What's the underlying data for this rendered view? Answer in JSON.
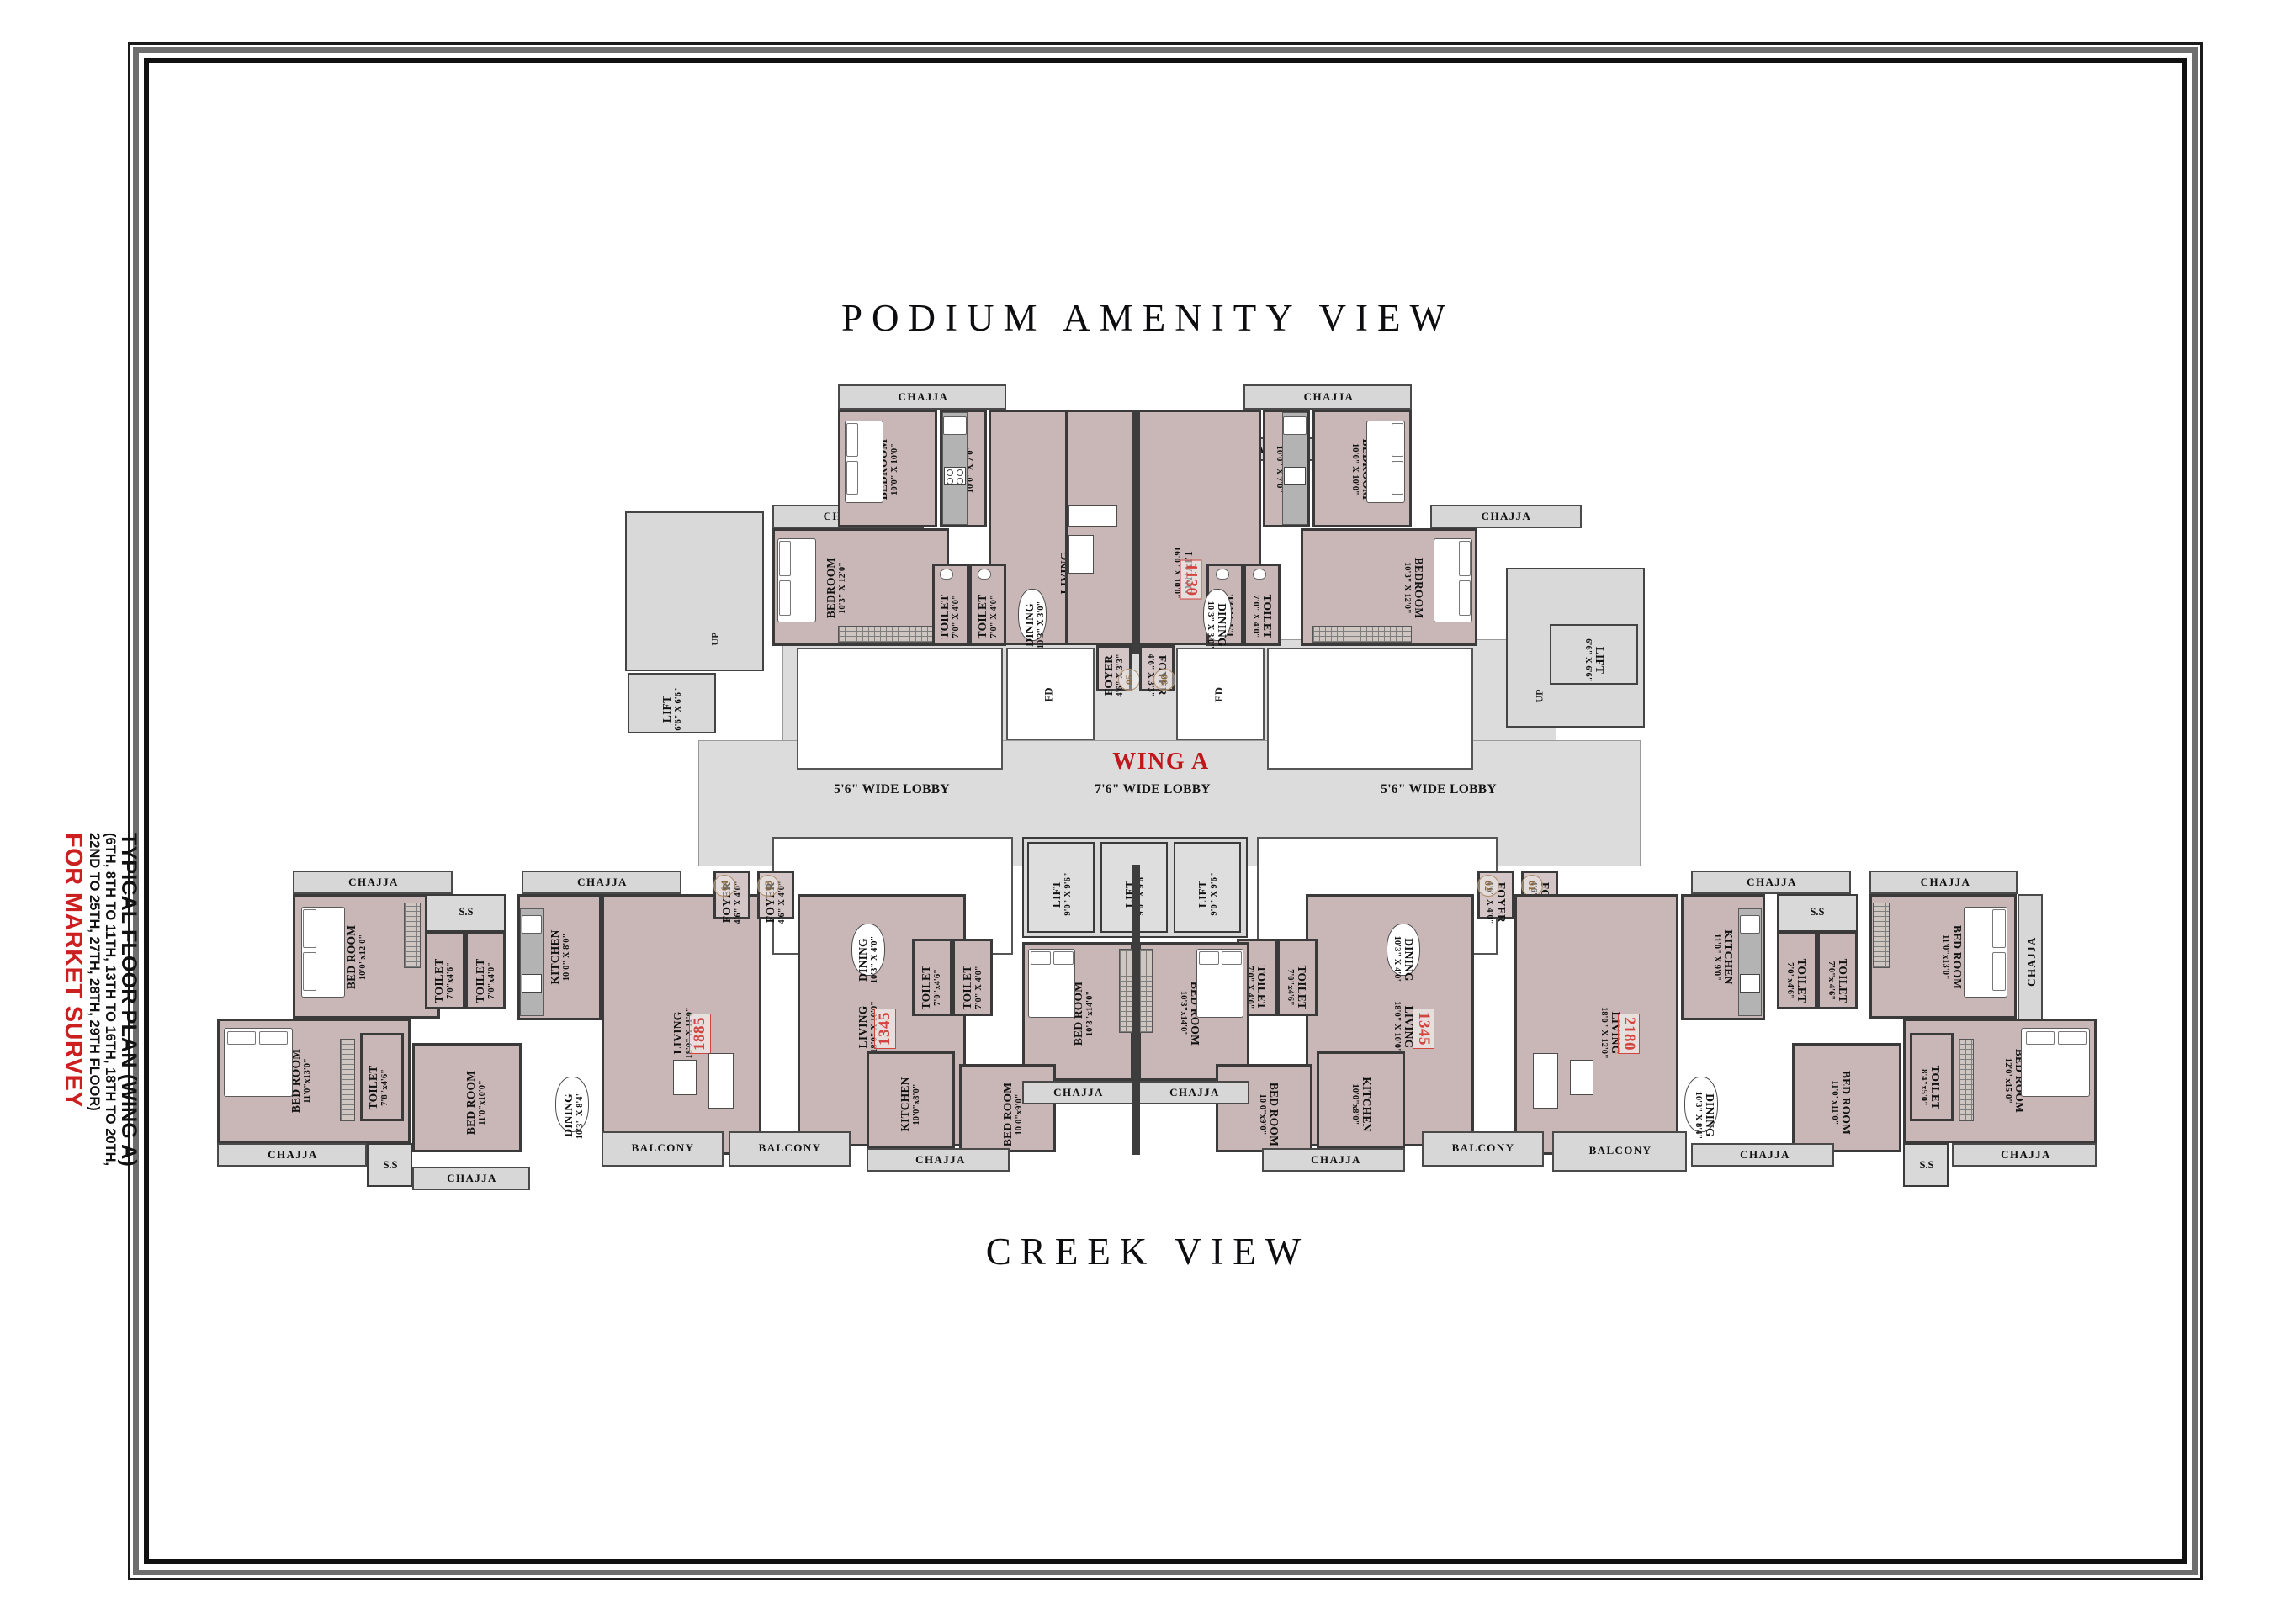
{
  "sheet": {
    "top_view_title": "PODIUM AMENITY VIEW",
    "bottom_view_title": "CREEK VIEW",
    "wing_label": "WING A",
    "side_caption": {
      "line1": "TYPICAL FLOOR PLAN (WING A)",
      "line2": "(6TH, 8TH TO 11TH, 13TH TO 16TH, 18TH TO 20TH,",
      "line3": "22ND TO 25TH, 27TH, 28TH, 29TH FLOOR)",
      "line4": "FOR MARKET SURVEY"
    },
    "colors": {
      "accent_red": "#c0171c",
      "area_badge_red": "#d2453f",
      "unit_circle": "#8a6a3f",
      "room_fill": "#c9b7b7",
      "slab_fill": "#d9d9d9",
      "wall": "#3d3d3d",
      "door_blue": "#3d8fb5"
    }
  },
  "lobby": {
    "left_label": "5'6\" WIDE LOBBY",
    "center_label": "7'6\" WIDE LOBBY",
    "right_label": "5'6\" WIDE LOBBY"
  },
  "lifts": {
    "main": [
      {
        "name": "LIFT",
        "dim": "9'0\" X 9'6\""
      },
      {
        "name": "LIFT",
        "dim": "9'0\" X 9'6\""
      },
      {
        "name": "LIFT",
        "dim": "9'0\" X 9'6\""
      }
    ],
    "service_left": {
      "name": "LIFT",
      "dim": "6'6\" X 6'6\""
    },
    "service_right": {
      "name": "LIFT",
      "dim": "6'6\" X 6'6\""
    }
  },
  "stairs": {
    "up_label": "UP"
  },
  "duct_labels": {
    "fd": "FD",
    "ed": "ED"
  },
  "generic": {
    "chajja": "CHAJJA",
    "balcony": "BALCONY",
    "ss": "S.S"
  },
  "units": [
    {
      "id": "unit-05",
      "number": "05",
      "area_badge": "1130",
      "foyer": {
        "name": "FOYER",
        "dim": "4'6\" X 3'3\""
      },
      "rooms": [
        {
          "name": "LIVING",
          "dim": "16'0\" X 10'0\""
        },
        {
          "name": "DINING",
          "dim": "10'3\" X 3'0\""
        },
        {
          "name": "KITCHEN",
          "dim": "10'0\" X 7'0\""
        },
        {
          "name": "BEDROOM",
          "dim": "10'0\" X 10'0\""
        },
        {
          "name": "BEDROOM",
          "dim": "10'3\" X 12'0\""
        },
        {
          "name": "TOILET",
          "dim": "7'0\" X 4'0\""
        },
        {
          "name": "TOILET",
          "dim": "7'0\" X 4'0\""
        }
      ]
    },
    {
      "id": "unit-06",
      "number": "06",
      "area_badge": "1130",
      "foyer": {
        "name": "FOYER",
        "dim": "4'6\" X 3'3\""
      },
      "rooms": [
        {
          "name": "LIVING",
          "dim": "16'0\" X 10'0\""
        },
        {
          "name": "DINING",
          "dim": "10'3\" X 3'0\""
        },
        {
          "name": "KITCHEN",
          "dim": "10'0\" X 7'0\""
        },
        {
          "name": "BEDROOM",
          "dim": "10'0\" X 10'0\""
        },
        {
          "name": "BEDROOM",
          "dim": "10'3\" X 12'0\""
        },
        {
          "name": "TOILET",
          "dim": "7'0\" X 4'0\""
        },
        {
          "name": "TOILET",
          "dim": "7'0\" X 4'0\""
        }
      ]
    },
    {
      "id": "unit-04",
      "number": "04",
      "area_badge": "1885",
      "foyer": {
        "name": "FOYER",
        "dim": "4'6\" X 4'0\""
      },
      "rooms": [
        {
          "name": "LIVING",
          "dim": "18'0\" X 11'0\""
        },
        {
          "name": "DINING",
          "dim": "10'3\" X 8'4\""
        },
        {
          "name": "KITCHEN",
          "dim": "10'0\" X 8'0\""
        },
        {
          "name": "BED ROOM",
          "dim": "10'0\"x12'0\""
        },
        {
          "name": "BED ROOM",
          "dim": "11'0\"x13'0\""
        },
        {
          "name": "BED ROOM",
          "dim": "11'0\"x10'0\""
        },
        {
          "name": "TOILET",
          "dim": "7'0\"x4'6\""
        },
        {
          "name": "TOILET",
          "dim": "7'0\"x4'0\""
        },
        {
          "name": "TOILET",
          "dim": "7'8\"x4'6\""
        }
      ]
    },
    {
      "id": "unit-03",
      "number": "03",
      "area_badge": "1345",
      "foyer": {
        "name": "FOYER",
        "dim": "4'6\" X 4'0\""
      },
      "rooms": [
        {
          "name": "LIVING",
          "dim": "18'0\" X 10'0\""
        },
        {
          "name": "DINING",
          "dim": "10'3\" X 4'0\""
        },
        {
          "name": "KITCHEN",
          "dim": "10'0\"x8'0\""
        },
        {
          "name": "BED ROOM",
          "dim": "10'3\"x14'0\""
        },
        {
          "name": "BED ROOM",
          "dim": "10'0\"x9'0\""
        },
        {
          "name": "TOILET",
          "dim": "7'0\"x4'6\""
        },
        {
          "name": "TOILET",
          "dim": "7'0\" X 4'0\""
        }
      ]
    },
    {
      "id": "unit-02",
      "number": "02",
      "area_badge": "1345",
      "foyer": {
        "name": "FOYER",
        "dim": "4'6\" X 4'0\""
      },
      "rooms": [
        {
          "name": "LIVING",
          "dim": "18'0\" X 10'0\""
        },
        {
          "name": "DINING",
          "dim": "10'3\" X 4'0\""
        },
        {
          "name": "KITCHEN",
          "dim": "10'0\"x8'0\""
        },
        {
          "name": "BED ROOM",
          "dim": "10'3\"x14'0\""
        },
        {
          "name": "BED ROOM",
          "dim": "10'0\"x9'0\""
        },
        {
          "name": "TOILET",
          "dim": "7'0\"x4'6\""
        },
        {
          "name": "TOILET",
          "dim": "7'0\" X 4'0\""
        }
      ]
    },
    {
      "id": "unit-01",
      "number": "01",
      "area_badge": "2180",
      "foyer": {
        "name": "FOYER",
        "dim": "4'6\" X 4'0\""
      },
      "rooms": [
        {
          "name": "LIVING",
          "dim": "18'0\" X 12'0\""
        },
        {
          "name": "DINING",
          "dim": "10'3\" X 8'4\""
        },
        {
          "name": "KITCHEN",
          "dim": "11'0\" X 9'0\""
        },
        {
          "name": "BED ROOM",
          "dim": "11'0\"x13'0\""
        },
        {
          "name": "BED ROOM",
          "dim": "12'0\"x15'0\""
        },
        {
          "name": "BED ROOM",
          "dim": "11'0\"x11'0\""
        },
        {
          "name": "TOILET",
          "dim": "7'0\"x4'6\""
        },
        {
          "name": "TOILET",
          "dim": "7'0\"x 4'6\""
        },
        {
          "name": "TOILET",
          "dim": "8'4\"x5'0\""
        }
      ]
    }
  ]
}
